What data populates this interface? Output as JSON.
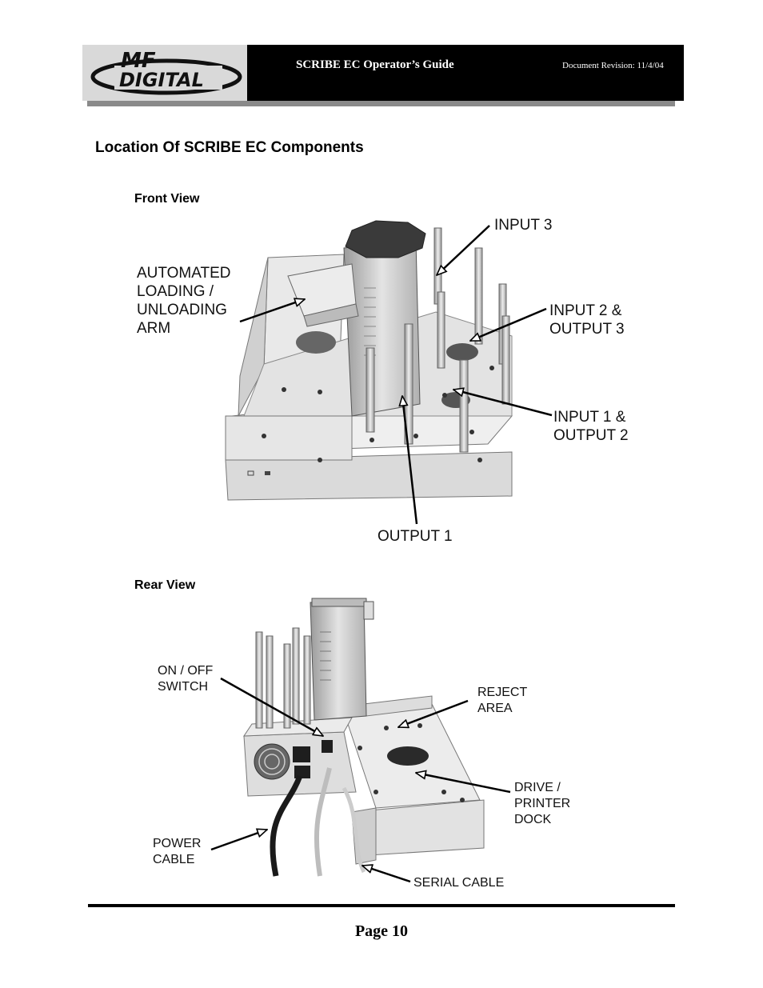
{
  "header": {
    "logo_line1": "MF",
    "logo_line2": "DIGITAL",
    "title": "SCRIBE EC Operator’s Guide",
    "revision": "Document Revision: 11/4/04"
  },
  "section_title": "Location Of SCRIBE EC Components",
  "front_view": {
    "heading": "Front View",
    "labels": {
      "input3": "INPUT 3",
      "arm": "AUTOMATED\nLOADING /\nUNLOADING\nARM",
      "input2": "INPUT 2 &\nOUTPUT 3",
      "input1": "INPUT 1 &\nOUTPUT 2",
      "output1": "OUTPUT 1"
    }
  },
  "rear_view": {
    "heading": "Rear View",
    "labels": {
      "switch": "ON / OFF\nSWITCH",
      "reject": "REJECT\nAREA",
      "dock": "DRIVE /\nPRINTER\nDOCK",
      "power": "POWER\nCABLE",
      "serial": "SERIAL CABLE"
    }
  },
  "footer": {
    "page": "Page 10"
  }
}
